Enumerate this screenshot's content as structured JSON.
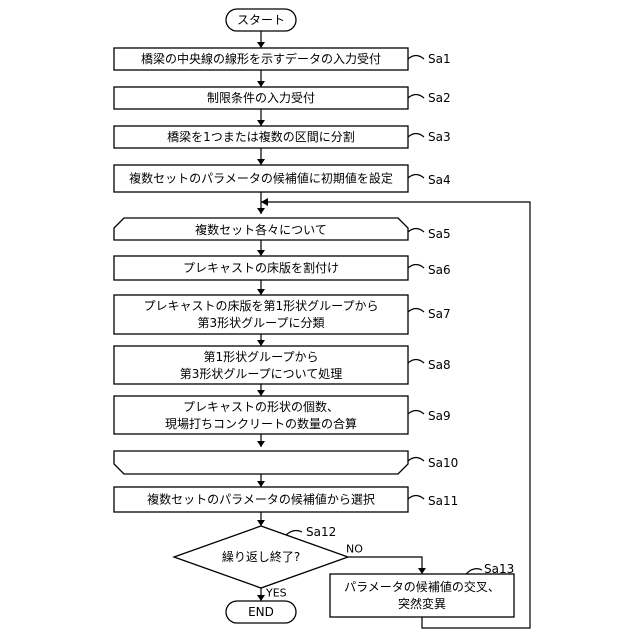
{
  "start_label": "スタート",
  "end_label": "END",
  "steps": {
    "sa1": {
      "id": "Sa1",
      "text": [
        "橋梁の中央線の線形を示すデータの入力受付"
      ]
    },
    "sa2": {
      "id": "Sa2",
      "text": [
        "制限条件の入力受付"
      ]
    },
    "sa3": {
      "id": "Sa3",
      "text": [
        "橋梁を1つまたは複数の区間に分割"
      ]
    },
    "sa4": {
      "id": "Sa4",
      "text": [
        "複数セットのパラメータの候補値に初期値を設定"
      ]
    },
    "sa5": {
      "id": "Sa5",
      "text": [
        "複数セット各々について"
      ]
    },
    "sa6": {
      "id": "Sa6",
      "text": [
        "プレキャストの床版を割付け"
      ]
    },
    "sa7": {
      "id": "Sa7",
      "text": [
        "プレキャストの床版を第1形状グループから",
        "第3形状グループに分類"
      ]
    },
    "sa8": {
      "id": "Sa8",
      "text": [
        "第1形状グループから",
        "第3形状グループについて処理"
      ]
    },
    "sa9": {
      "id": "Sa9",
      "text": [
        "プレキャストの形状の個数、",
        "現場打ちコンクリートの数量の合算"
      ]
    },
    "sa10": {
      "id": "Sa10",
      "text": []
    },
    "sa11": {
      "id": "Sa11",
      "text": [
        "複数セットのパラメータの候補値から選択"
      ]
    },
    "sa12": {
      "id": "Sa12",
      "text": [
        "繰り返し終了?"
      ]
    },
    "sa13": {
      "id": "Sa13",
      "text": [
        "パラメータの候補値の交叉、",
        "突然変異"
      ]
    }
  },
  "branches": {
    "no": "NO",
    "yes": "YES"
  }
}
